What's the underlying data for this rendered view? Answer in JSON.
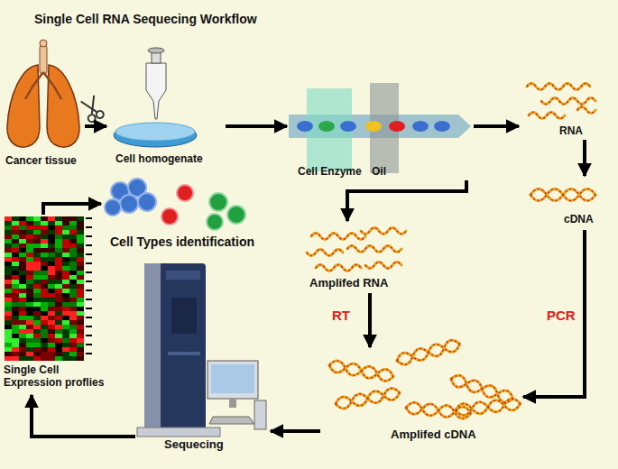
{
  "diagram": {
    "title": "Single Cell RNA Sequecing Workflow",
    "nodes": [
      {
        "text": [
          "Cancer tissue"
        ]
      },
      {
        "text": [
          "Cell homogenate"
        ]
      },
      {
        "text": [
          "Cell Enzyme",
          "Oil"
        ]
      },
      {
        "text": [
          "RNA"
        ]
      },
      {
        "text": [
          "cDNA"
        ]
      },
      {
        "text": [
          "Amplifed RNA"
        ]
      },
      {
        "text": [
          "Amplifed cDNA"
        ]
      },
      {
        "text": [
          "Sequecing"
        ]
      },
      {
        "text": [
          "Single Cell Expression proflies"
        ]
      },
      {
        "text": [
          "Cell Types identification"
        ]
      }
    ],
    "edges": [
      {
        "from": 0,
        "to": 1,
        "arrow": "to"
      },
      {
        "from": 1,
        "to": 2,
        "arrow": "to"
      },
      {
        "from": 2,
        "to": 3,
        "arrow": "to"
      },
      {
        "from": 3,
        "to": 4,
        "arrow": "to"
      },
      {
        "from": 2,
        "to": 5,
        "arrow": "to"
      },
      {
        "from": 5,
        "to": 6,
        "label": "RT",
        "arrow": "to"
      },
      {
        "from": 4,
        "to": 6,
        "label": "PCR",
        "arrow": "to"
      },
      {
        "from": 6,
        "to": 7,
        "arrow": "to"
      },
      {
        "from": 7,
        "to": 8,
        "arrow": "to"
      },
      {
        "from": 8,
        "to": 9,
        "arrow": "to"
      }
    ]
  }
}
